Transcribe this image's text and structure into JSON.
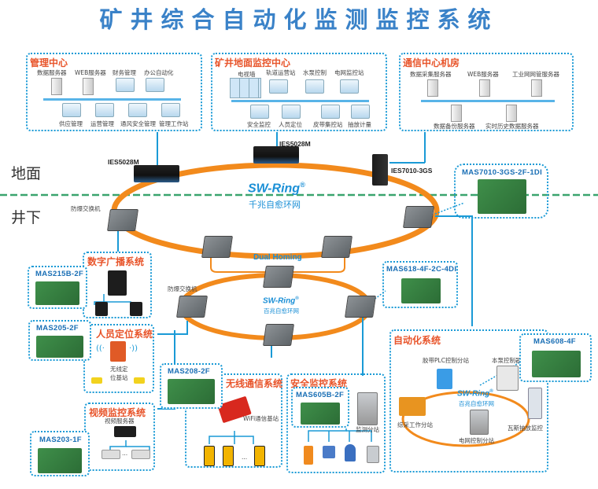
{
  "title": "矿井综合自动化监测监控系统",
  "zones": {
    "surface": "地面",
    "underground": "井下"
  },
  "surface_boxes": {
    "management": {
      "title": "管理中心",
      "top_items": [
        "数据服务器",
        "WEB服务器",
        "财务管理",
        "办公自动化"
      ],
      "bottom_items": [
        "供应管理",
        "运营管理",
        "通风安全管理",
        "管理工作站"
      ]
    },
    "monitoring": {
      "title": "矿井地面监控中心",
      "top_items": [
        "电视墙",
        "轨道运营站",
        "水泵控制",
        "电网监控站"
      ],
      "bottom_items": [
        "安全监控",
        "人员定位",
        "皮带集控站",
        "抽放计量"
      ]
    },
    "comm": {
      "title": "通信中心机房",
      "top_items": [
        "数据采集服务器",
        "WEB服务器",
        "工业网网管服务器"
      ],
      "bottom_items": [
        "数据备份服务器",
        "实时历史数据服务器"
      ]
    }
  },
  "devices": {
    "ies5028m_left": "IES5028M",
    "ies5028m_mid": "IES5028M",
    "ies7010": "IES7010-3GS",
    "explosion_switch_1": "防爆交换机",
    "explosion_switch_2": "防爆交换机"
  },
  "rings": {
    "gigabit": {
      "name": "SW-Ring",
      "mark": "®",
      "sub": "千兆自愈环网"
    },
    "dual_homing": "Dual Homing",
    "hundred": {
      "name": "SW-Ring",
      "mark": "®",
      "sub": "百兆自愈环网"
    },
    "automation": {
      "name": "SW-Ring",
      "mark": "®",
      "sub": "百兆自愈环网"
    }
  },
  "modules": {
    "mas7010": "MAS7010-3GS-2F-1DI",
    "mas215b": "MAS215B-2F",
    "mas618": "MAS618-4F-2C-4DI",
    "mas205": "MAS205-2F",
    "mas203": "MAS203-1F",
    "mas208": "MAS208-2F",
    "mas605b": "MAS605B-2F",
    "mas608": "MAS608-4F"
  },
  "subsystems": {
    "broadcast": {
      "title": "数字广播系统"
    },
    "positioning": {
      "title": "人员定位系统",
      "base": "无线定\n位基站"
    },
    "video": {
      "title": "视频监控系统",
      "server": "视频服务器",
      "ellipsis": "..."
    },
    "wireless": {
      "title": "无线通信系统",
      "base": "WiFi通信基站",
      "ellipsis": "..."
    },
    "safety": {
      "title": "安全监控系统",
      "substation": "监测分站"
    },
    "automation": {
      "title": "自动化系统",
      "nodes": [
        "胶带PLC控制分站",
        "本泵控制器",
        "综采工作分站",
        "电网控制分站",
        "瓦斯抽放监控"
      ]
    }
  },
  "colors": {
    "accent": "#1a9ad6",
    "ring": "#f28a1c",
    "title": "#3a82c8",
    "box_title": "#e8542a",
    "divider": "#3aa46e"
  }
}
